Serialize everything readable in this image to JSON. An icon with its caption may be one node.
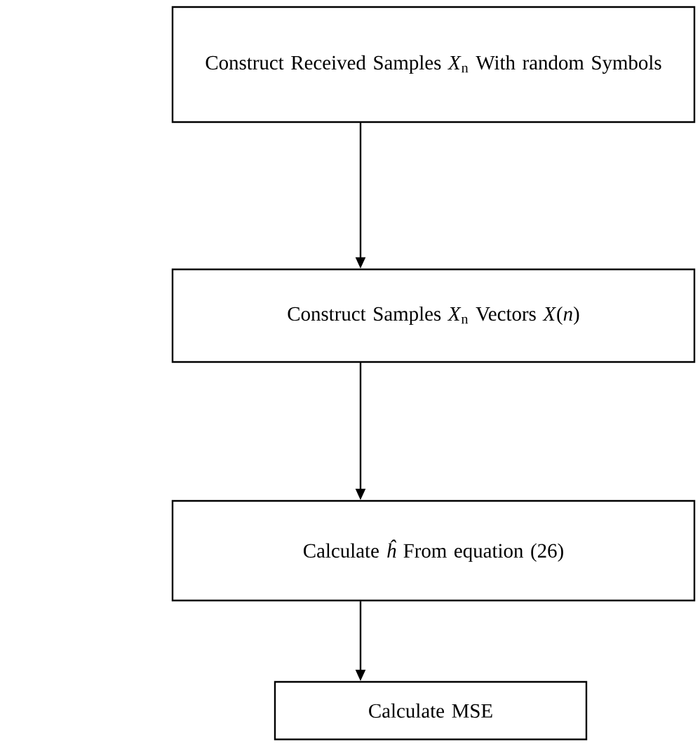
{
  "diagram": {
    "nodes": [
      {
        "text": [
          "Construct Received Samples *X*$_{n}$ With random Symbols"
        ]
      },
      {
        "text": [
          "Construct Samples *X*$_{n}$ Vectors *X*(*n*)"
        ]
      },
      {
        "text": [
          "Calculate *ĥ* From equation (26)"
        ]
      },
      {
        "text": [
          "Calculate MSE"
        ]
      }
    ],
    "edges": [
      {
        "from": 0,
        "to": 1,
        "arrow": "to"
      },
      {
        "from": 1,
        "to": 2,
        "arrow": "to"
      },
      {
        "from": 2,
        "to": 3,
        "arrow": "to"
      }
    ]
  }
}
